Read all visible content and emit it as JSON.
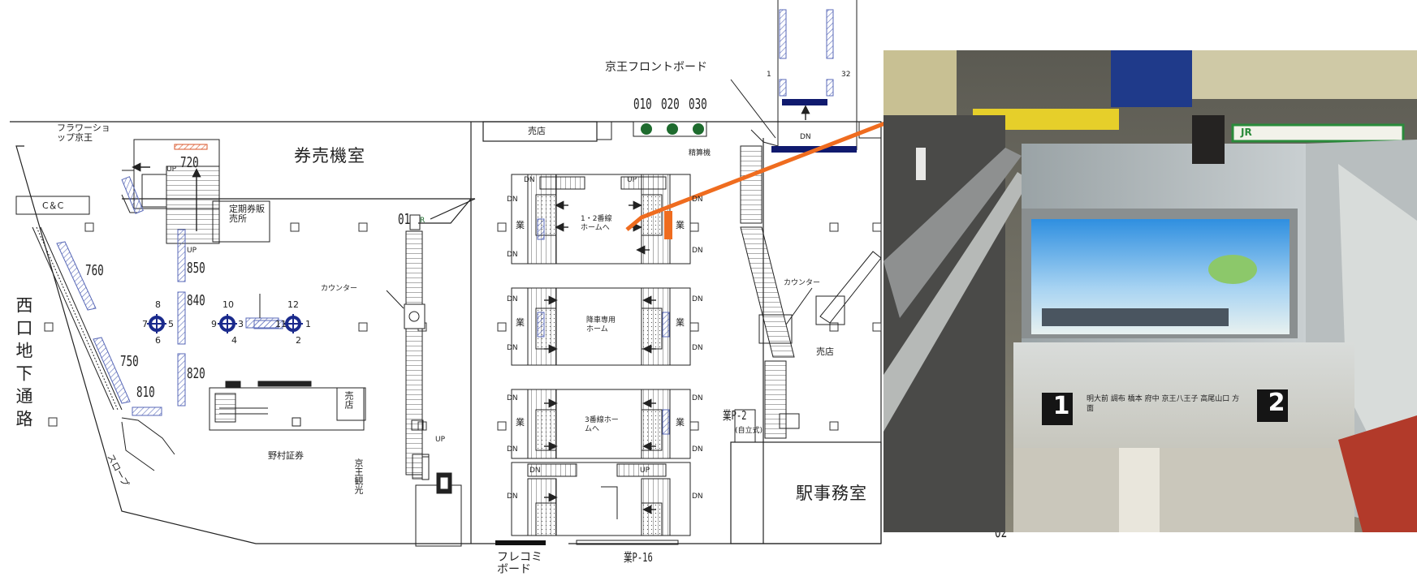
{
  "map": {
    "areas": {
      "ticket_machine_room": "券売機室",
      "station_office": "駅事務室",
      "west_underground_passage": "西口地下通路",
      "slope": "スロープ",
      "nomura_securities": "野村証券",
      "keio_kanko": "京王観光",
      "flower_shop": "フラワーショップ京王",
      "cc": "C＆C",
      "commuter_pass_office": "定期券販売所",
      "shop": "売店",
      "fare_adjustment": "精算機",
      "counter": "カウンター"
    },
    "platform_labels": {
      "platform_1_2": "1・2番線ホームへ",
      "alighting_only": "降車専用ホーム",
      "platform_3": "3番線ホームへ"
    },
    "boards": {
      "keio_front_board": "京王フロントボード",
      "frecomi_board": "フレコミボード",
      "gyo_p16": "業P-16",
      "gyo_p2": "業P-2",
      "gyo_p2_note": "(自立式)"
    },
    "locations": [
      "010",
      "020",
      "030",
      "01",
      "02",
      "720",
      "760",
      "750",
      "810",
      "820",
      "840",
      "850"
    ],
    "cluster_numbers": [
      "8",
      "7",
      "5",
      "6",
      "10",
      "9",
      "3",
      "4",
      "12",
      "11",
      "1",
      "2"
    ],
    "stair_marks": {
      "up": "UP",
      "dn": "DN",
      "gyo": "業",
      "r": "R"
    },
    "exit_numbers": [
      "1",
      "32"
    ]
  },
  "photo": {
    "signs": {
      "platform_left": "1",
      "platform_right": "2",
      "jr_sign": "JR",
      "destinations": "明大前 調布 橋本 府中 京王八王子 高尾山口 方面"
    }
  },
  "colors": {
    "pointer": "#ef6c1f",
    "highlight": "#ef6c1f",
    "board_navy": "#101a6e",
    "green_marker": "#1e6b2e",
    "circle_blue": "#1a2a8c"
  }
}
